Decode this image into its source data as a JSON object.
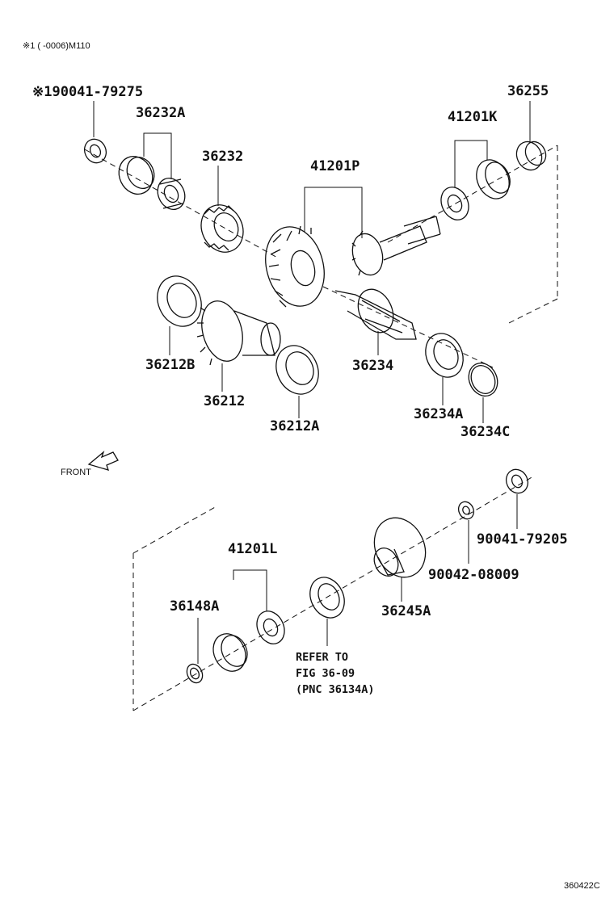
{
  "header_note": "※1 (     -0006)M110",
  "figure_code": "360422C",
  "front_label": "FRONT",
  "parts": {
    "p90041_79275": "※190041-79275",
    "p36232A": "36232A",
    "p36232": "36232",
    "p41201P": "41201P",
    "p41201K": "41201K",
    "p36255": "36255",
    "p36212B": "36212B",
    "p36212": "36212",
    "p36212A": "36212A",
    "p36234": "36234",
    "p36234A": "36234A",
    "p36234C": "36234C",
    "p41201L": "41201L",
    "p36148A": "36148A",
    "p36245A": "36245A",
    "p90042_08009": "90042-08009",
    "p90041_79205": "90041-79205"
  },
  "refer_note": {
    "line1": "REFER TO",
    "line2": "FIG 36-09",
    "line3": "(PNC 36134A)"
  }
}
